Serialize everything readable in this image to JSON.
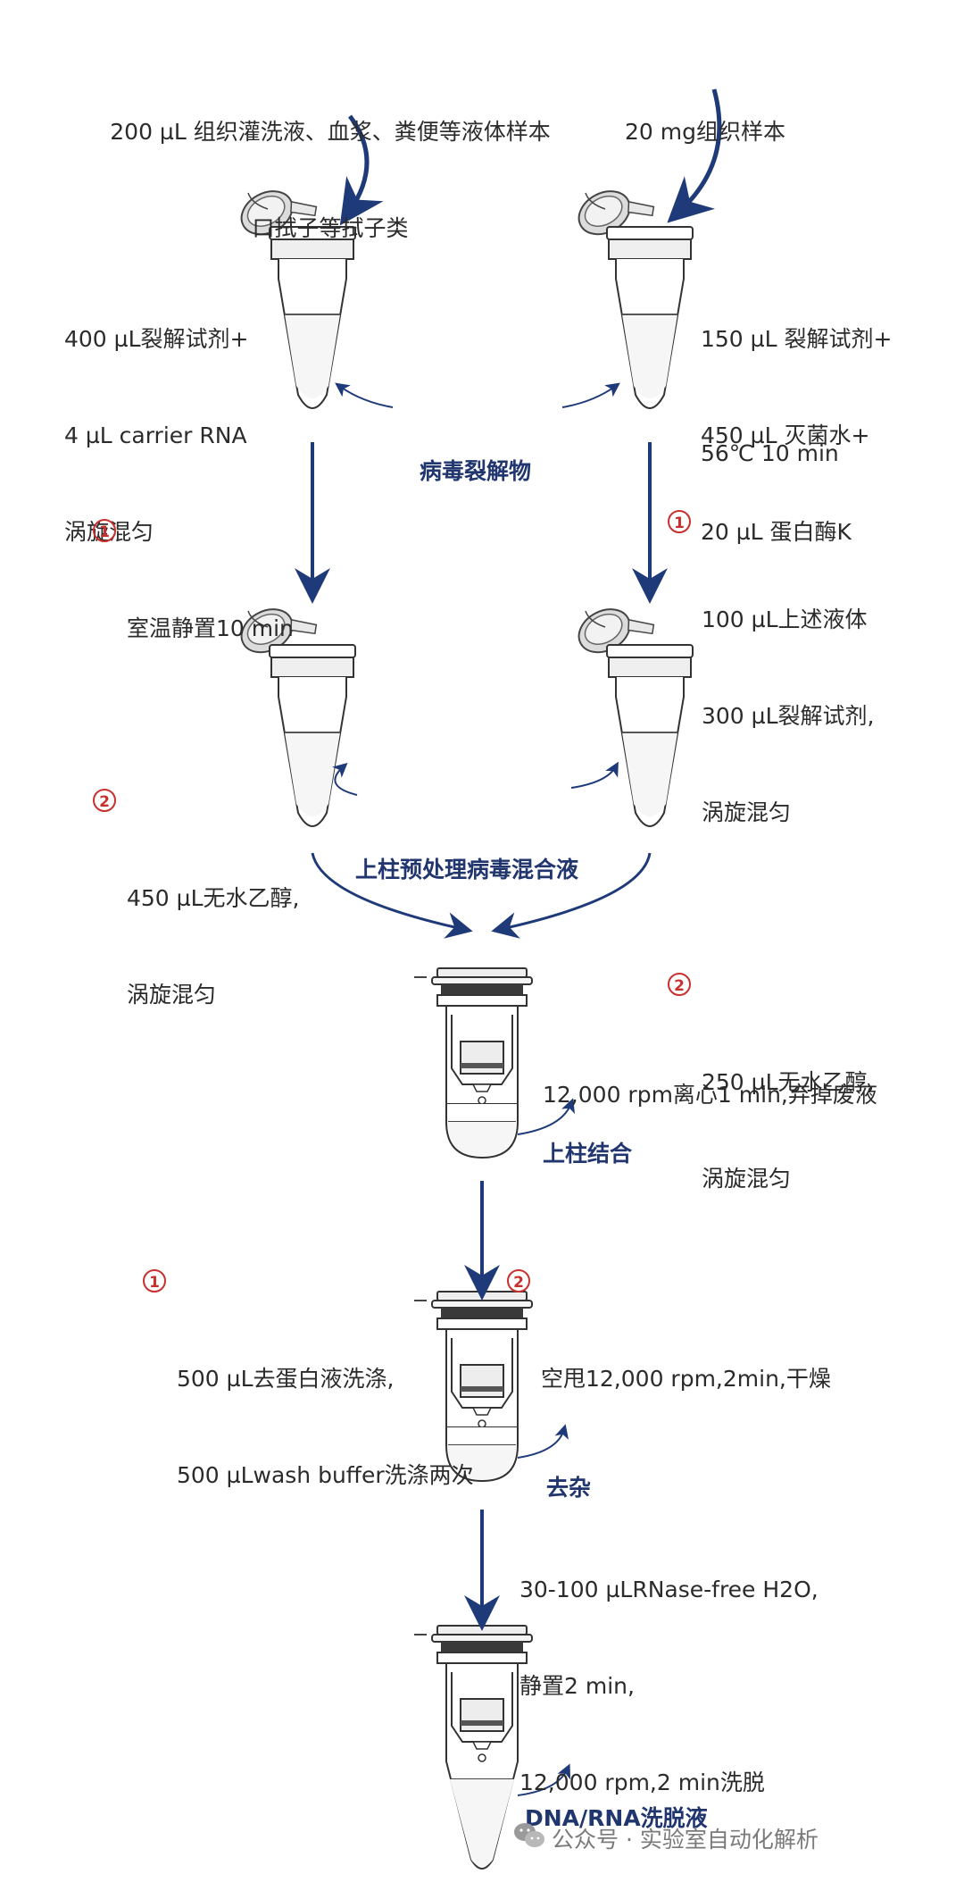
{
  "top_left_input": [
    "200 µL 组织灌洗液、血浆、粪便等液体样本",
    "口拭子等拭子类"
  ],
  "top_right_input": "20 mg组织样本",
  "left_lysis": [
    "400 µL裂解试剂+",
    "4 µL carrier RNA",
    "涡旋混匀"
  ],
  "right_lysis": [
    "150 µL 裂解试剂+",
    "450 µL 灭菌水+",
    "20 µL 蛋白酶K"
  ],
  "right_incubation": "56℃ 10 min",
  "lysate_label": "病毒裂解物",
  "left_steps": [
    {
      "num": "1",
      "lines": [
        "室温静置10 min"
      ]
    },
    {
      "num": "2",
      "lines": [
        "450 µL无水乙醇,",
        "涡旋混匀"
      ]
    }
  ],
  "right_steps": [
    {
      "num": "1",
      "lines": [
        "100 µL上述液体",
        "300 µL裂解试剂,",
        "涡旋混匀"
      ]
    },
    {
      "num": "2",
      "lines": [
        "250 µL无水乙醇,",
        "涡旋混匀"
      ]
    }
  ],
  "mix_label": "上柱预处理病毒混合液",
  "centrifuge_text": "12,000 rpm离心1 min,弃掉废液",
  "binding_label": "上柱结合",
  "wash_step_1": {
    "num": "1",
    "lines": [
      "500 µL去蛋白液洗涤,",
      "500 µLwash buffer洗涤两次"
    ]
  },
  "wash_step_2": {
    "num": "2",
    "lines": [
      "空甩12,000 rpm,2min,干燥"
    ]
  },
  "impurity_label": "去杂",
  "elution_text": [
    "30-100 µLRNase-free H2O,",
    "静置2 min,",
    "12,000 rpm,2 min洗脱"
  ],
  "eluate_label": "DNA/RNA洗脱液",
  "watermark": "公众号 · 实验室自动化解析",
  "colors": {
    "arrow": "#1f3a78",
    "label": "#21366f",
    "step_number": "#c8302e",
    "text": "#2b2b2b"
  },
  "icons": [
    "flip-cap-tube-icon",
    "spin-column-tube-icon",
    "wechat-icon"
  ]
}
